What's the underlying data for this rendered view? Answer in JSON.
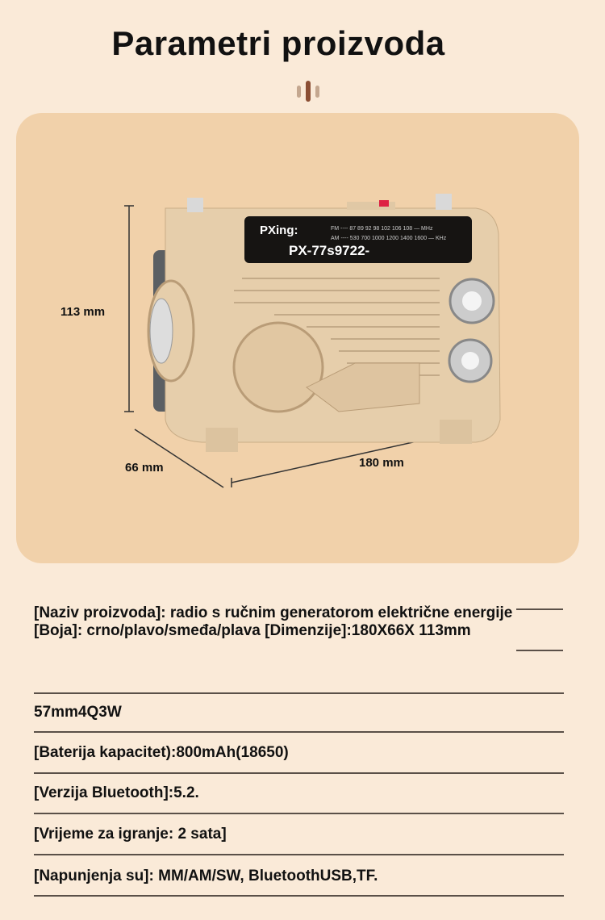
{
  "title": "Parametri proizvoda",
  "dimensions": {
    "height": "113 mm",
    "depth": "66 mm",
    "width": "180 mm"
  },
  "radio_display": {
    "brand": "PXing:",
    "model": "PX-77s9722-",
    "fm_scale": "FM ---- 87  89  92  98  102  106  108 — MHz",
    "am_scale": "AM ---- 530  700  1000  1200  1400  1600 — KHz"
  },
  "specs": [
    "[Naziv proizvoda]: radio s ručnim generatorom električne energije [Boja]: crno/plavo/smeđa/plava [Dimenzije]:180X66X 113mm",
    "57mm4Q3W",
    "[Baterija kapacitet):800mAh(18650)",
    "[Verzija Bluetooth]:5.2.",
    "[Vrijeme za igranje: 2 sata]",
    "[Napunjenja su]: MM/AM/SW, BluetoothUSB,TF."
  ],
  "colors": {
    "background": "#faead8",
    "card": "#f1d1aa",
    "accent": "#8b4e33"
  }
}
